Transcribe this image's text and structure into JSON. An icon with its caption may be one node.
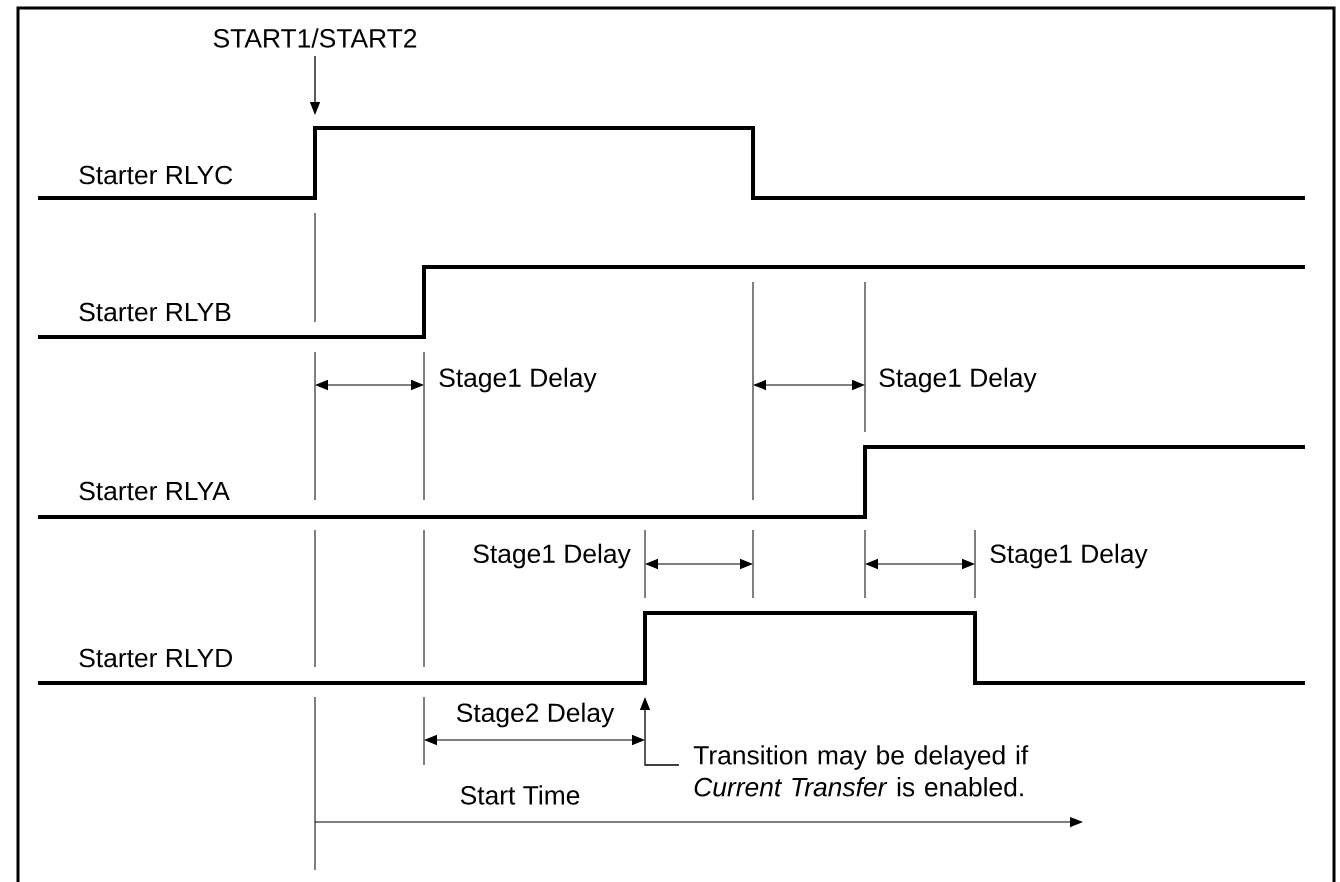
{
  "diagram": {
    "nodes": [
      {
        "text": [
          "START1/START2"
        ]
      },
      {
        "text": [
          "Transition may be delayed if *Current Transfer* is enabled."
        ]
      }
    ],
    "edges": [
      {
        "from": 0,
        "to": null,
        "arrow": "to"
      },
      {
        "from": 1,
        "to": null,
        "arrow": "to"
      }
    ],
    "labels": [
      "Starter RLYC",
      "Starter RLYB",
      "Stage1 Delay",
      "Stage1 Delay",
      "Starter RLYA",
      "Stage1 Delay",
      "Stage1 Delay",
      "Starter RLYD",
      "Stage2 Delay",
      "Start Time"
    ]
  }
}
